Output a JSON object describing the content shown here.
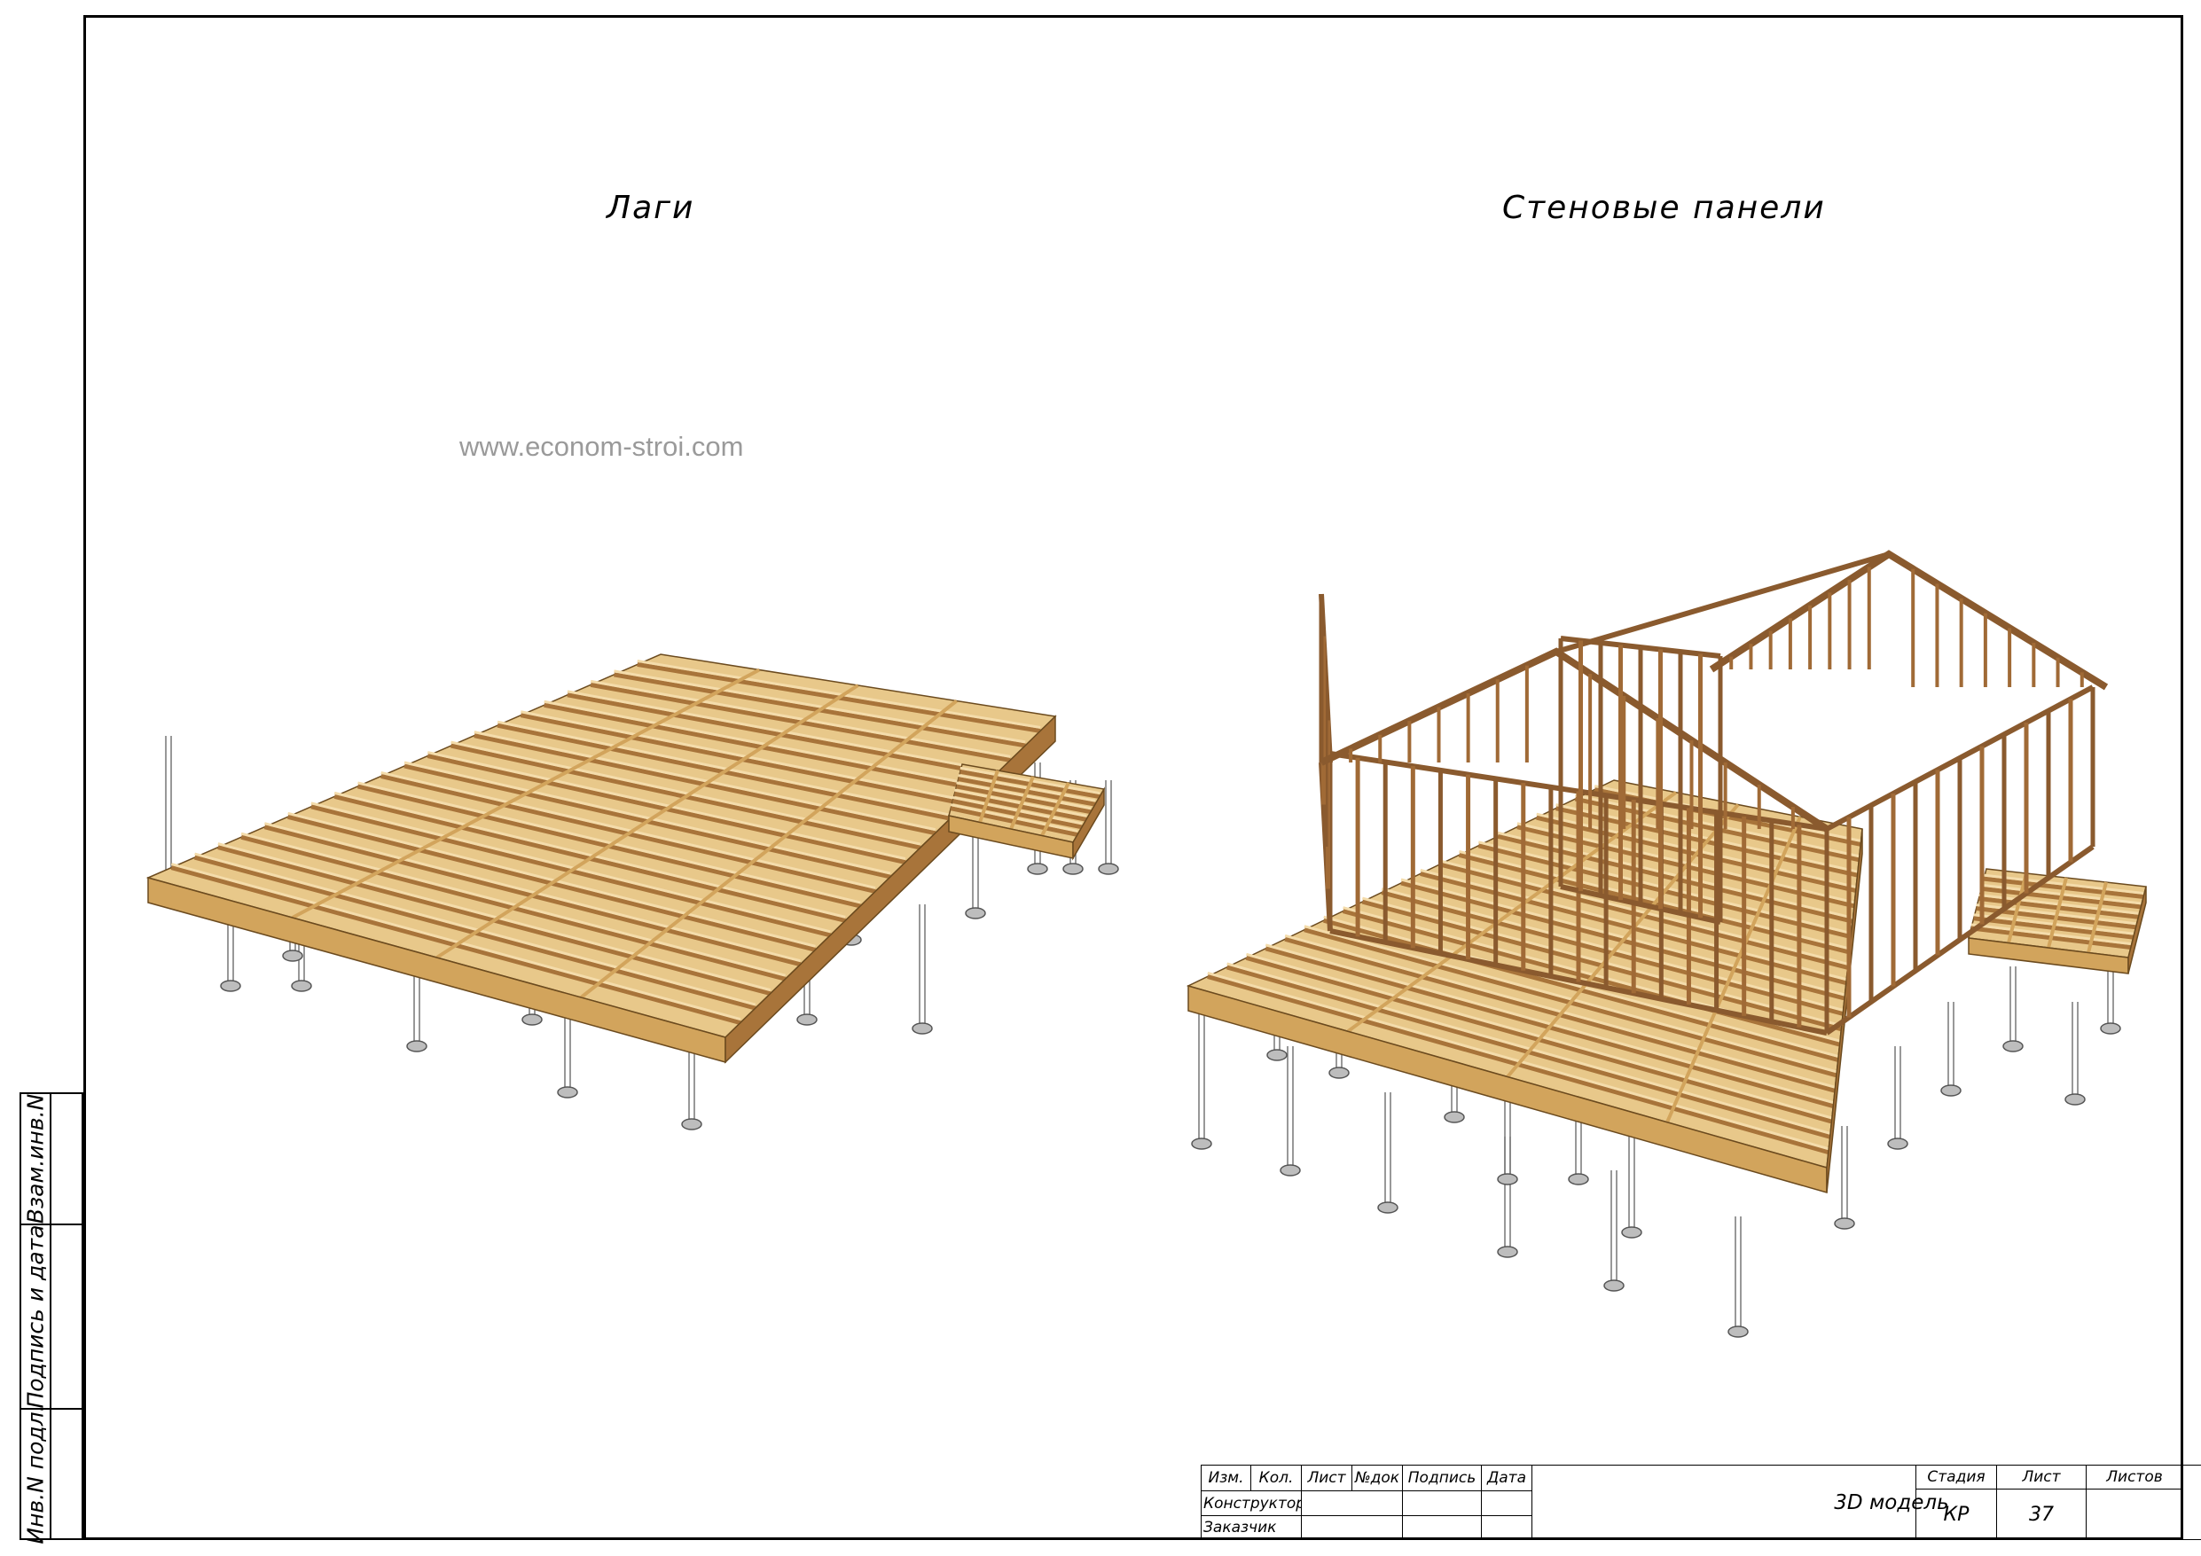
{
  "sheet": {
    "view_titles": {
      "left": "Лаги",
      "right": "Стеновые панели"
    },
    "watermark": "www.econom-stroi.com"
  },
  "side_stamp": {
    "labels": [
      "Инв.N подл.",
      "Подпись и дата",
      "Взам.инв.N"
    ]
  },
  "title_block": {
    "header": [
      "Изм.",
      "Кол.",
      "Лист",
      "№док",
      "Подпись",
      "Дата"
    ],
    "roles": [
      "Конструктор",
      "Заказчик"
    ],
    "drawing_title": "3D модель",
    "stage_label": "Стадия",
    "sheet_label": "Лист",
    "sheets_label": "Листов",
    "stage_value": "КР",
    "sheet_value": "37",
    "sheets_value": ""
  },
  "colors": {
    "timber_light": "#e8c88a",
    "timber_mid": "#d2a45c",
    "timber_dark": "#a8743a",
    "frame_brown": "#8a5a2e",
    "pile": "#bdbdbd"
  }
}
